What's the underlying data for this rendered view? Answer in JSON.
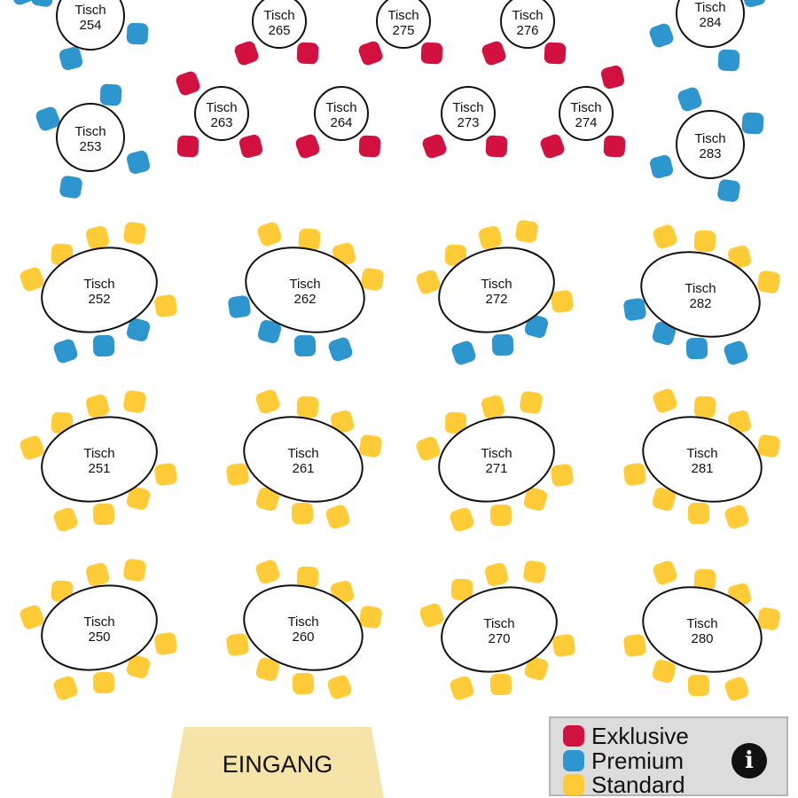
{
  "colors": {
    "exklusive": "#d21140",
    "premium": "#2e96cf",
    "standard": "#ffcb37",
    "table_fill": "#ffffff",
    "table_stroke": "#111111",
    "entrance_fill": "#f6e3a8",
    "legend_bg": "#dcdcdc"
  },
  "table_prefix": "Tisch",
  "entrance_label": "EINGANG",
  "legend": [
    {
      "key": "exklusive",
      "label": "Exklusive"
    },
    {
      "key": "premium",
      "label": "Premium"
    },
    {
      "key": "standard",
      "label": "Standard"
    }
  ],
  "info_icon": "info-icon",
  "tables": [
    {
      "number": "254",
      "shape": "round",
      "seats": [
        "premium",
        "premium",
        "premium",
        "premium"
      ]
    },
    {
      "number": "253",
      "shape": "round",
      "seats": [
        "premium",
        "premium",
        "premium",
        "premium"
      ]
    },
    {
      "number": "265",
      "shape": "round",
      "seats": [
        "exklusive",
        "exklusive"
      ]
    },
    {
      "number": "275",
      "shape": "round",
      "seats": [
        "exklusive",
        "exklusive"
      ]
    },
    {
      "number": "276",
      "shape": "round",
      "seats": [
        "exklusive",
        "exklusive"
      ]
    },
    {
      "number": "263",
      "shape": "round",
      "seats": [
        "exklusive",
        "exklusive",
        "exklusive"
      ]
    },
    {
      "number": "264",
      "shape": "round",
      "seats": [
        "exklusive",
        "exklusive"
      ]
    },
    {
      "number": "273",
      "shape": "round",
      "seats": [
        "exklusive",
        "exklusive"
      ]
    },
    {
      "number": "274",
      "shape": "round",
      "seats": [
        "exklusive",
        "exklusive",
        "exklusive"
      ]
    },
    {
      "number": "284",
      "shape": "round",
      "seats": [
        "premium",
        "premium",
        "premium",
        "premium"
      ]
    },
    {
      "number": "283",
      "shape": "round",
      "seats": [
        "premium",
        "premium",
        "premium",
        "premium"
      ]
    },
    {
      "number": "252",
      "shape": "oval",
      "seats": [
        "standard",
        "standard",
        "standard",
        "standard",
        "standard",
        "premium",
        "premium",
        "premium",
        "premium"
      ]
    },
    {
      "number": "262",
      "shape": "oval",
      "seats": [
        "standard",
        "standard",
        "standard",
        "standard",
        "premium",
        "premium",
        "premium",
        "premium",
        "premium"
      ]
    },
    {
      "number": "272",
      "shape": "oval",
      "seats": [
        "standard",
        "standard",
        "standard",
        "standard",
        "standard",
        "premium",
        "premium",
        "premium",
        "premium"
      ]
    },
    {
      "number": "282",
      "shape": "oval",
      "seats": [
        "standard",
        "standard",
        "standard",
        "standard",
        "premium",
        "premium",
        "premium",
        "premium",
        "premium"
      ]
    },
    {
      "number": "251",
      "shape": "oval",
      "seats": [
        "standard",
        "standard",
        "standard",
        "standard",
        "standard",
        "standard",
        "standard",
        "standard",
        "standard"
      ]
    },
    {
      "number": "261",
      "shape": "oval",
      "seats": [
        "standard",
        "standard",
        "standard",
        "standard",
        "standard",
        "standard",
        "standard",
        "standard",
        "standard"
      ]
    },
    {
      "number": "271",
      "shape": "oval",
      "seats": [
        "standard",
        "standard",
        "standard",
        "standard",
        "standard",
        "standard",
        "standard",
        "standard",
        "standard"
      ]
    },
    {
      "number": "281",
      "shape": "oval",
      "seats": [
        "standard",
        "standard",
        "standard",
        "standard",
        "standard",
        "standard",
        "standard",
        "standard",
        "standard"
      ]
    },
    {
      "number": "250",
      "shape": "oval",
      "seats": [
        "standard",
        "standard",
        "standard",
        "standard",
        "standard",
        "standard",
        "standard",
        "standard",
        "standard"
      ]
    },
    {
      "number": "260",
      "shape": "oval",
      "seats": [
        "standard",
        "standard",
        "standard",
        "standard",
        "standard",
        "standard",
        "standard",
        "standard",
        "standard"
      ]
    },
    {
      "number": "270",
      "shape": "oval",
      "seats": [
        "standard",
        "standard",
        "standard",
        "standard",
        "standard",
        "standard",
        "standard",
        "standard",
        "standard"
      ]
    },
    {
      "number": "280",
      "shape": "oval",
      "seats": [
        "standard",
        "standard",
        "standard",
        "standard",
        "standard",
        "standard",
        "standard",
        "standard",
        "standard"
      ]
    }
  ]
}
